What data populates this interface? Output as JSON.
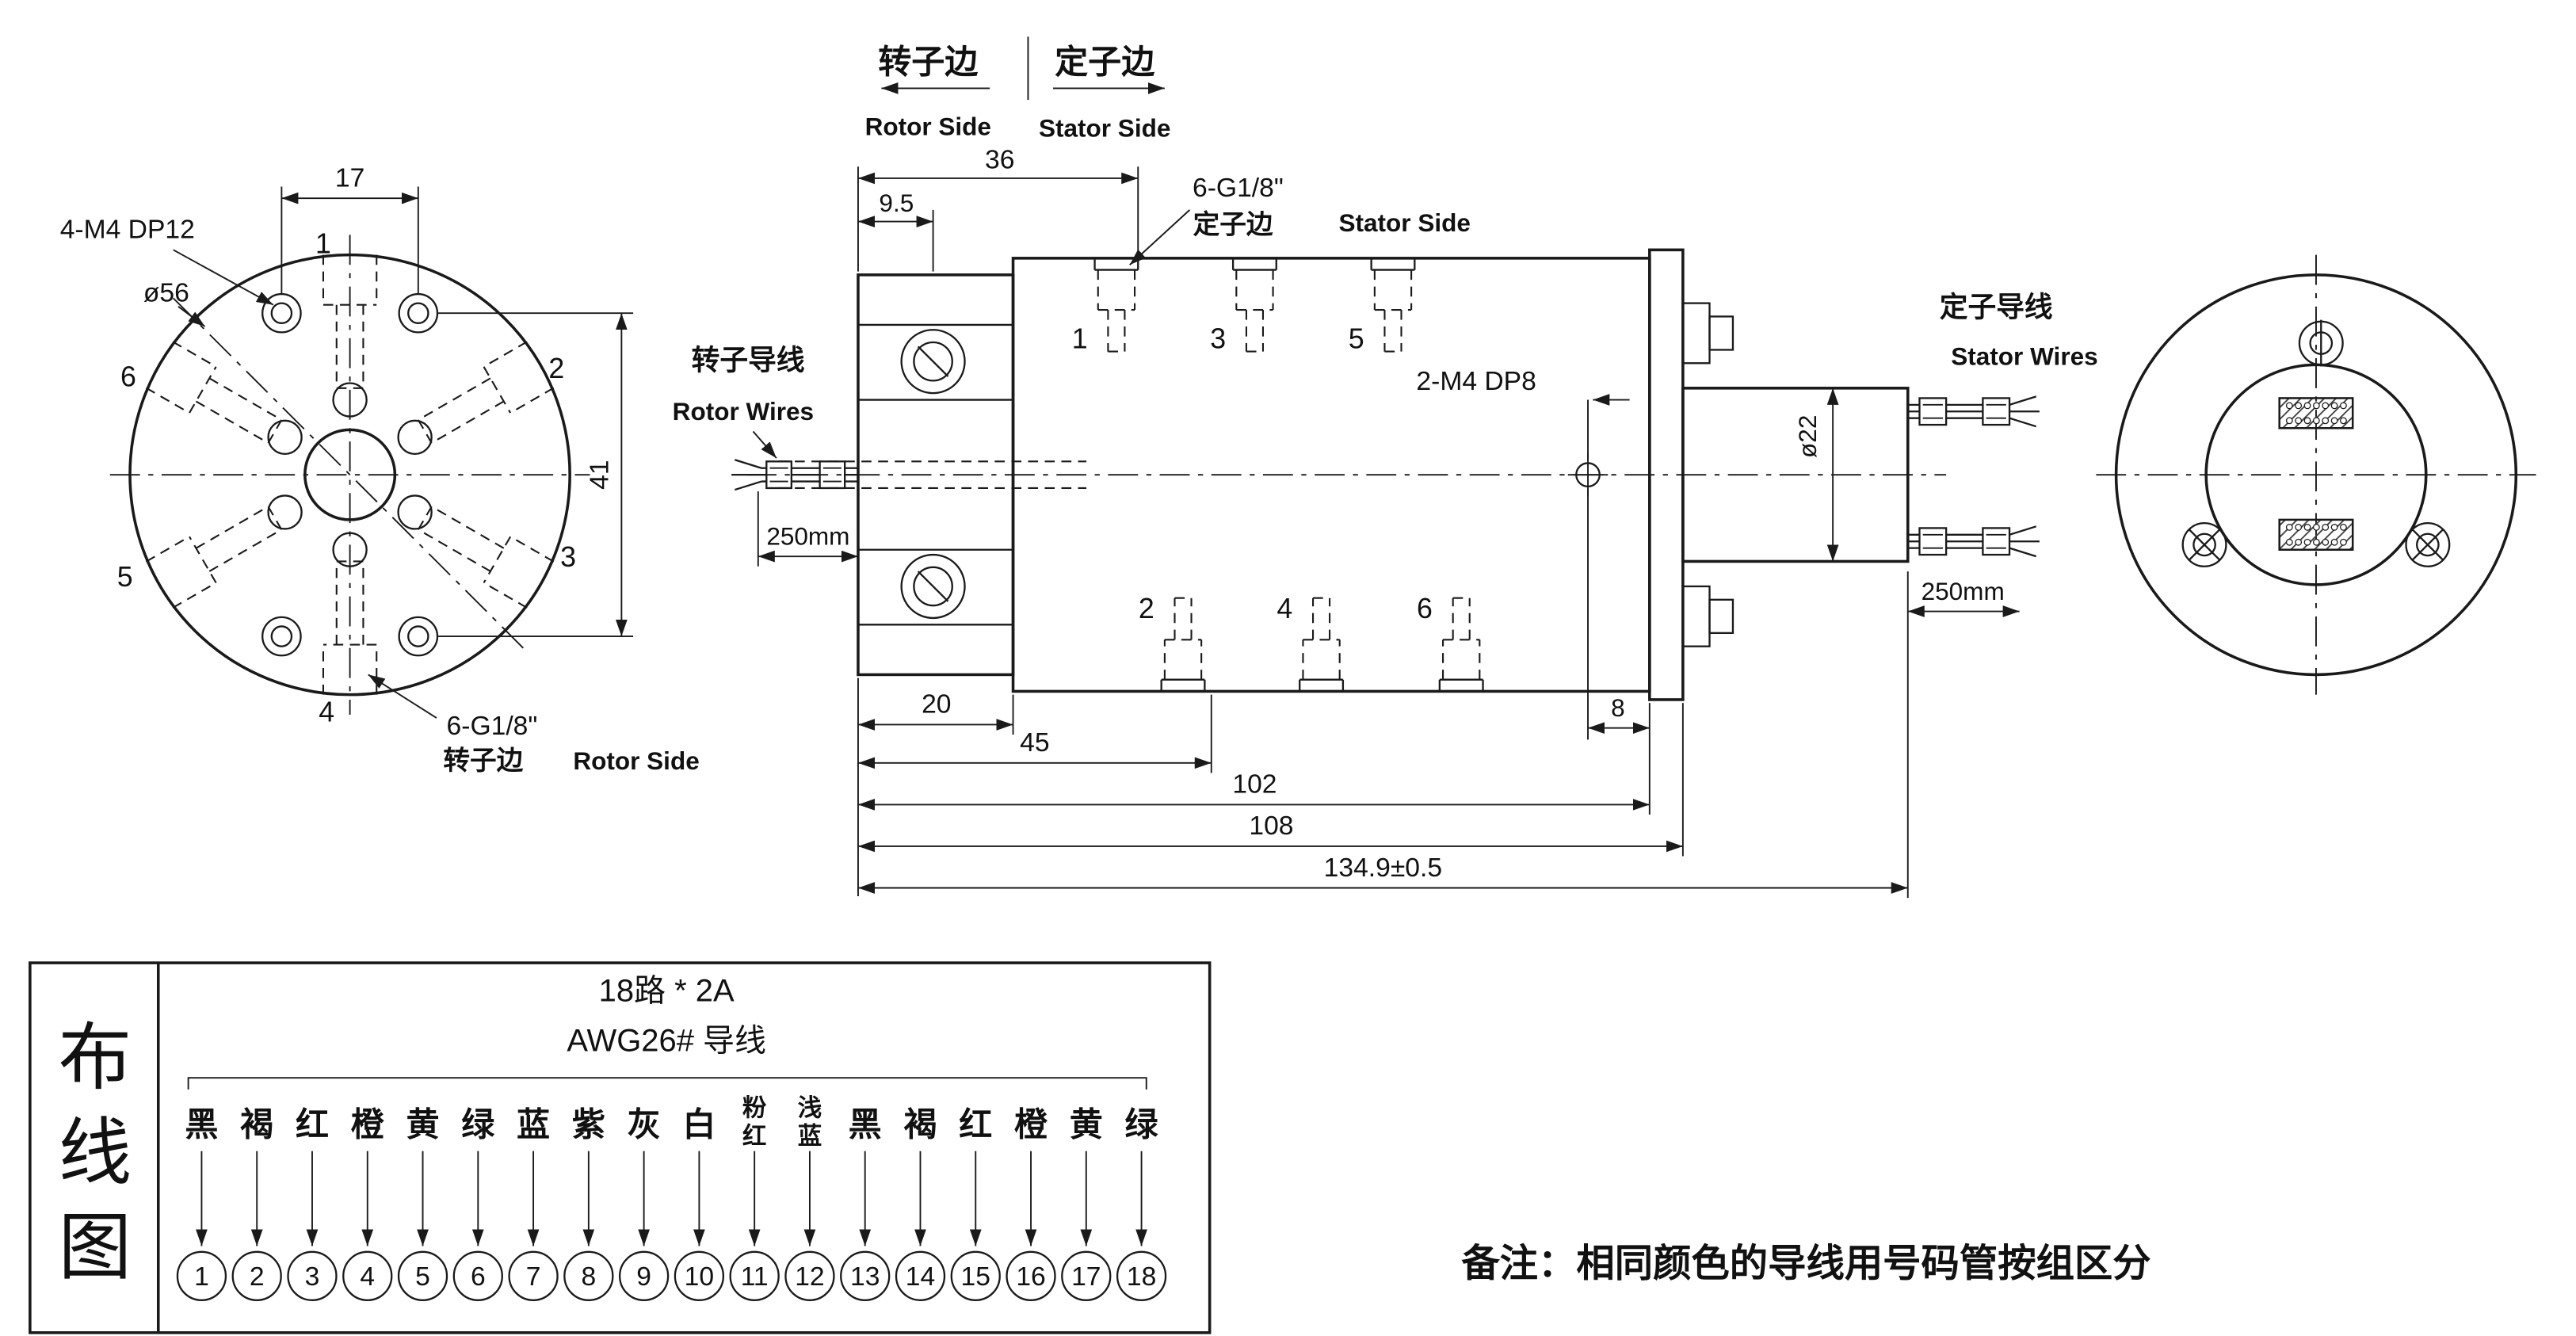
{
  "drawing": {
    "header": {
      "rotor_side_cn": "转子边",
      "rotor_side_en": "Rotor Side",
      "stator_side_cn": "定子边",
      "stator_side_en": "Stator Side"
    },
    "left_view": {
      "thread_label": "4-M4 DP12",
      "diameter_label": "ø56",
      "dim_width": "17",
      "dim_height": "41",
      "port_label": "6-G1/8\"",
      "side_label_cn": "转子边",
      "side_label_en": "Rotor Side",
      "positions": [
        "1",
        "2",
        "3",
        "4",
        "5",
        "6"
      ]
    },
    "side_view": {
      "dim_36": "36",
      "dim_9_5": "9.5",
      "dim_20": "20",
      "dim_45": "45",
      "dim_102": "102",
      "dim_108": "108",
      "dim_overall": "134.9±0.5",
      "dim_8": "8",
      "dim_d22": "ø22",
      "thread_label": "2-M4 DP8",
      "port_callout": "6-G1/8\"",
      "port_callout_cn": "定子边",
      "port_callout_en": "Stator Side",
      "rotor_wires_cn": "转子导线",
      "rotor_wires_en": "Rotor Wires",
      "rotor_wire_length": "250mm",
      "stator_wires_cn": "定子导线",
      "stator_wires_en": "Stator Wires",
      "stator_wire_length": "250mm",
      "top_ports": [
        "1",
        "3",
        "5"
      ],
      "bottom_ports": [
        "2",
        "4",
        "6"
      ]
    },
    "wiring_diagram": {
      "title_chars": [
        "布",
        "线",
        "图"
      ],
      "spec_line1": "18路 * 2A",
      "spec_line2": "AWG26# 导线",
      "wires": [
        {
          "num": "1",
          "color": "黑"
        },
        {
          "num": "2",
          "color": "褐"
        },
        {
          "num": "3",
          "color": "红"
        },
        {
          "num": "4",
          "color": "橙"
        },
        {
          "num": "5",
          "color": "黄"
        },
        {
          "num": "6",
          "color": "绿"
        },
        {
          "num": "7",
          "color": "蓝"
        },
        {
          "num": "8",
          "color": "紫"
        },
        {
          "num": "9",
          "color": "灰"
        },
        {
          "num": "10",
          "color": "白"
        },
        {
          "num": "11",
          "color": "粉红"
        },
        {
          "num": "12",
          "color": "浅蓝"
        },
        {
          "num": "13",
          "color": "黑"
        },
        {
          "num": "14",
          "color": "褐"
        },
        {
          "num": "15",
          "color": "红"
        },
        {
          "num": "16",
          "color": "橙"
        },
        {
          "num": "17",
          "color": "黄"
        },
        {
          "num": "18",
          "color": "绿"
        }
      ]
    },
    "note": "备注：相同颜色的导线用号码管按组区分"
  }
}
